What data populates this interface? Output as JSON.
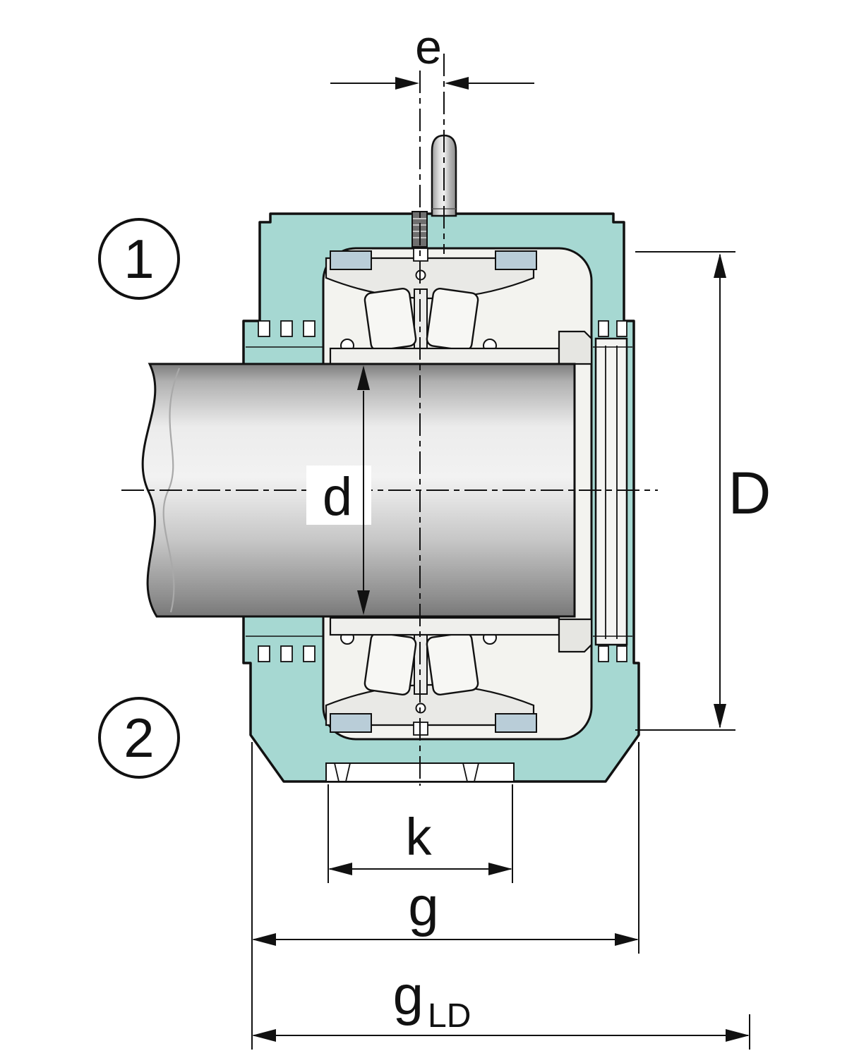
{
  "diagram": {
    "kind": "bearing-housing-cross-section",
    "callouts": {
      "upper": "1",
      "lower": "2"
    },
    "dims": {
      "e": "e",
      "d": "d",
      "D": "D",
      "k": "k",
      "g": "g",
      "gld_main": "g",
      "gld_sub": "LD"
    },
    "colors": {
      "housing": "#a6d8d2",
      "bearing_fill": "#f3f3ef",
      "steel_accent": "#b9cdd8",
      "outline": "#111111",
      "background": "#ffffff"
    }
  }
}
